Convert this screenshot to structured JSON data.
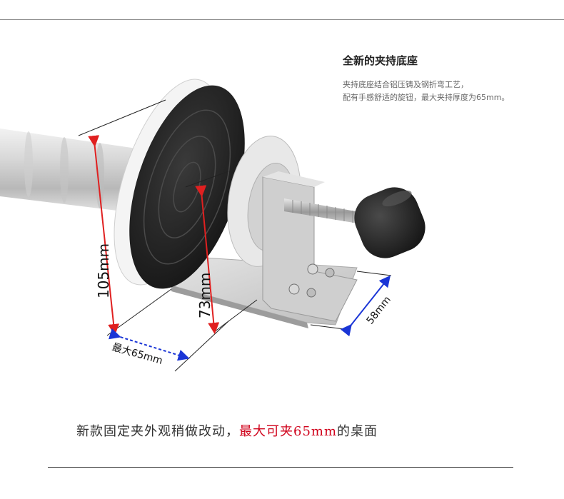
{
  "info": {
    "title": "全新的夹持底座",
    "line1": "夹持底座结合铝压铸及钢折弯工艺，",
    "line2": "配有手感舒适的旋钮，最大夹持厚度为65mm。"
  },
  "dimensions": {
    "height_total": "105mm",
    "height_disc": "73mm",
    "depth_base": "58mm",
    "max_clamp": "最大65mm"
  },
  "caption": {
    "prefix": "新款固定夹外观稍做改动，",
    "highlight": "最大可夹65mm",
    "suffix": "的桌面"
  },
  "colors": {
    "accent_red": "#d0021b",
    "dimension_red": "#e02020",
    "dimension_blue": "#1a35d6"
  }
}
